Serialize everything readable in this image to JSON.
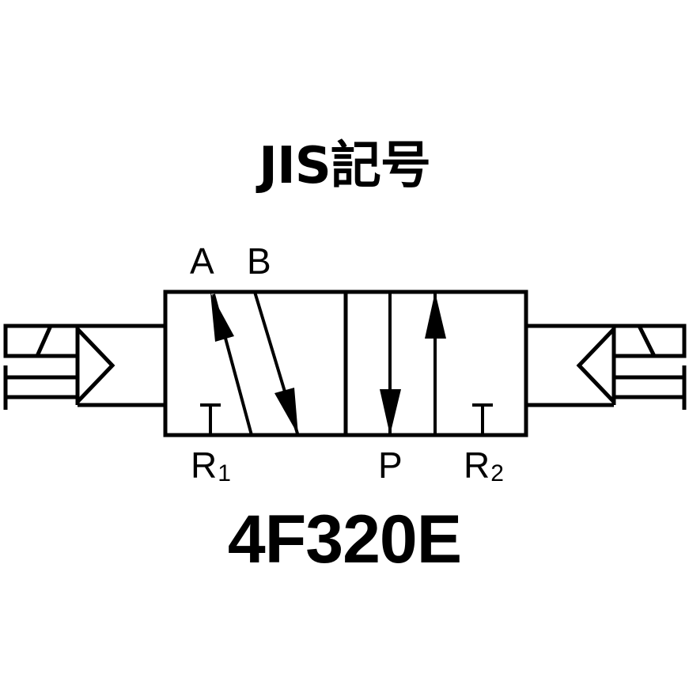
{
  "diagram": {
    "title": "JIS記号",
    "model": "4F320E",
    "type": "5-port 2-position double solenoid valve symbol",
    "ports": {
      "A": {
        "label": "A"
      },
      "B": {
        "label": "B"
      },
      "P": {
        "label": "P"
      },
      "R1": {
        "label": "R",
        "sub": "1"
      },
      "R2": {
        "label": "R",
        "sub": "2"
      }
    },
    "actuators": [
      {
        "side": "left",
        "kind": "solenoid-pilot"
      },
      {
        "side": "right",
        "kind": "solenoid-pilot"
      }
    ],
    "colors": {
      "stroke": "#000000",
      "background": "#ffffff"
    }
  }
}
